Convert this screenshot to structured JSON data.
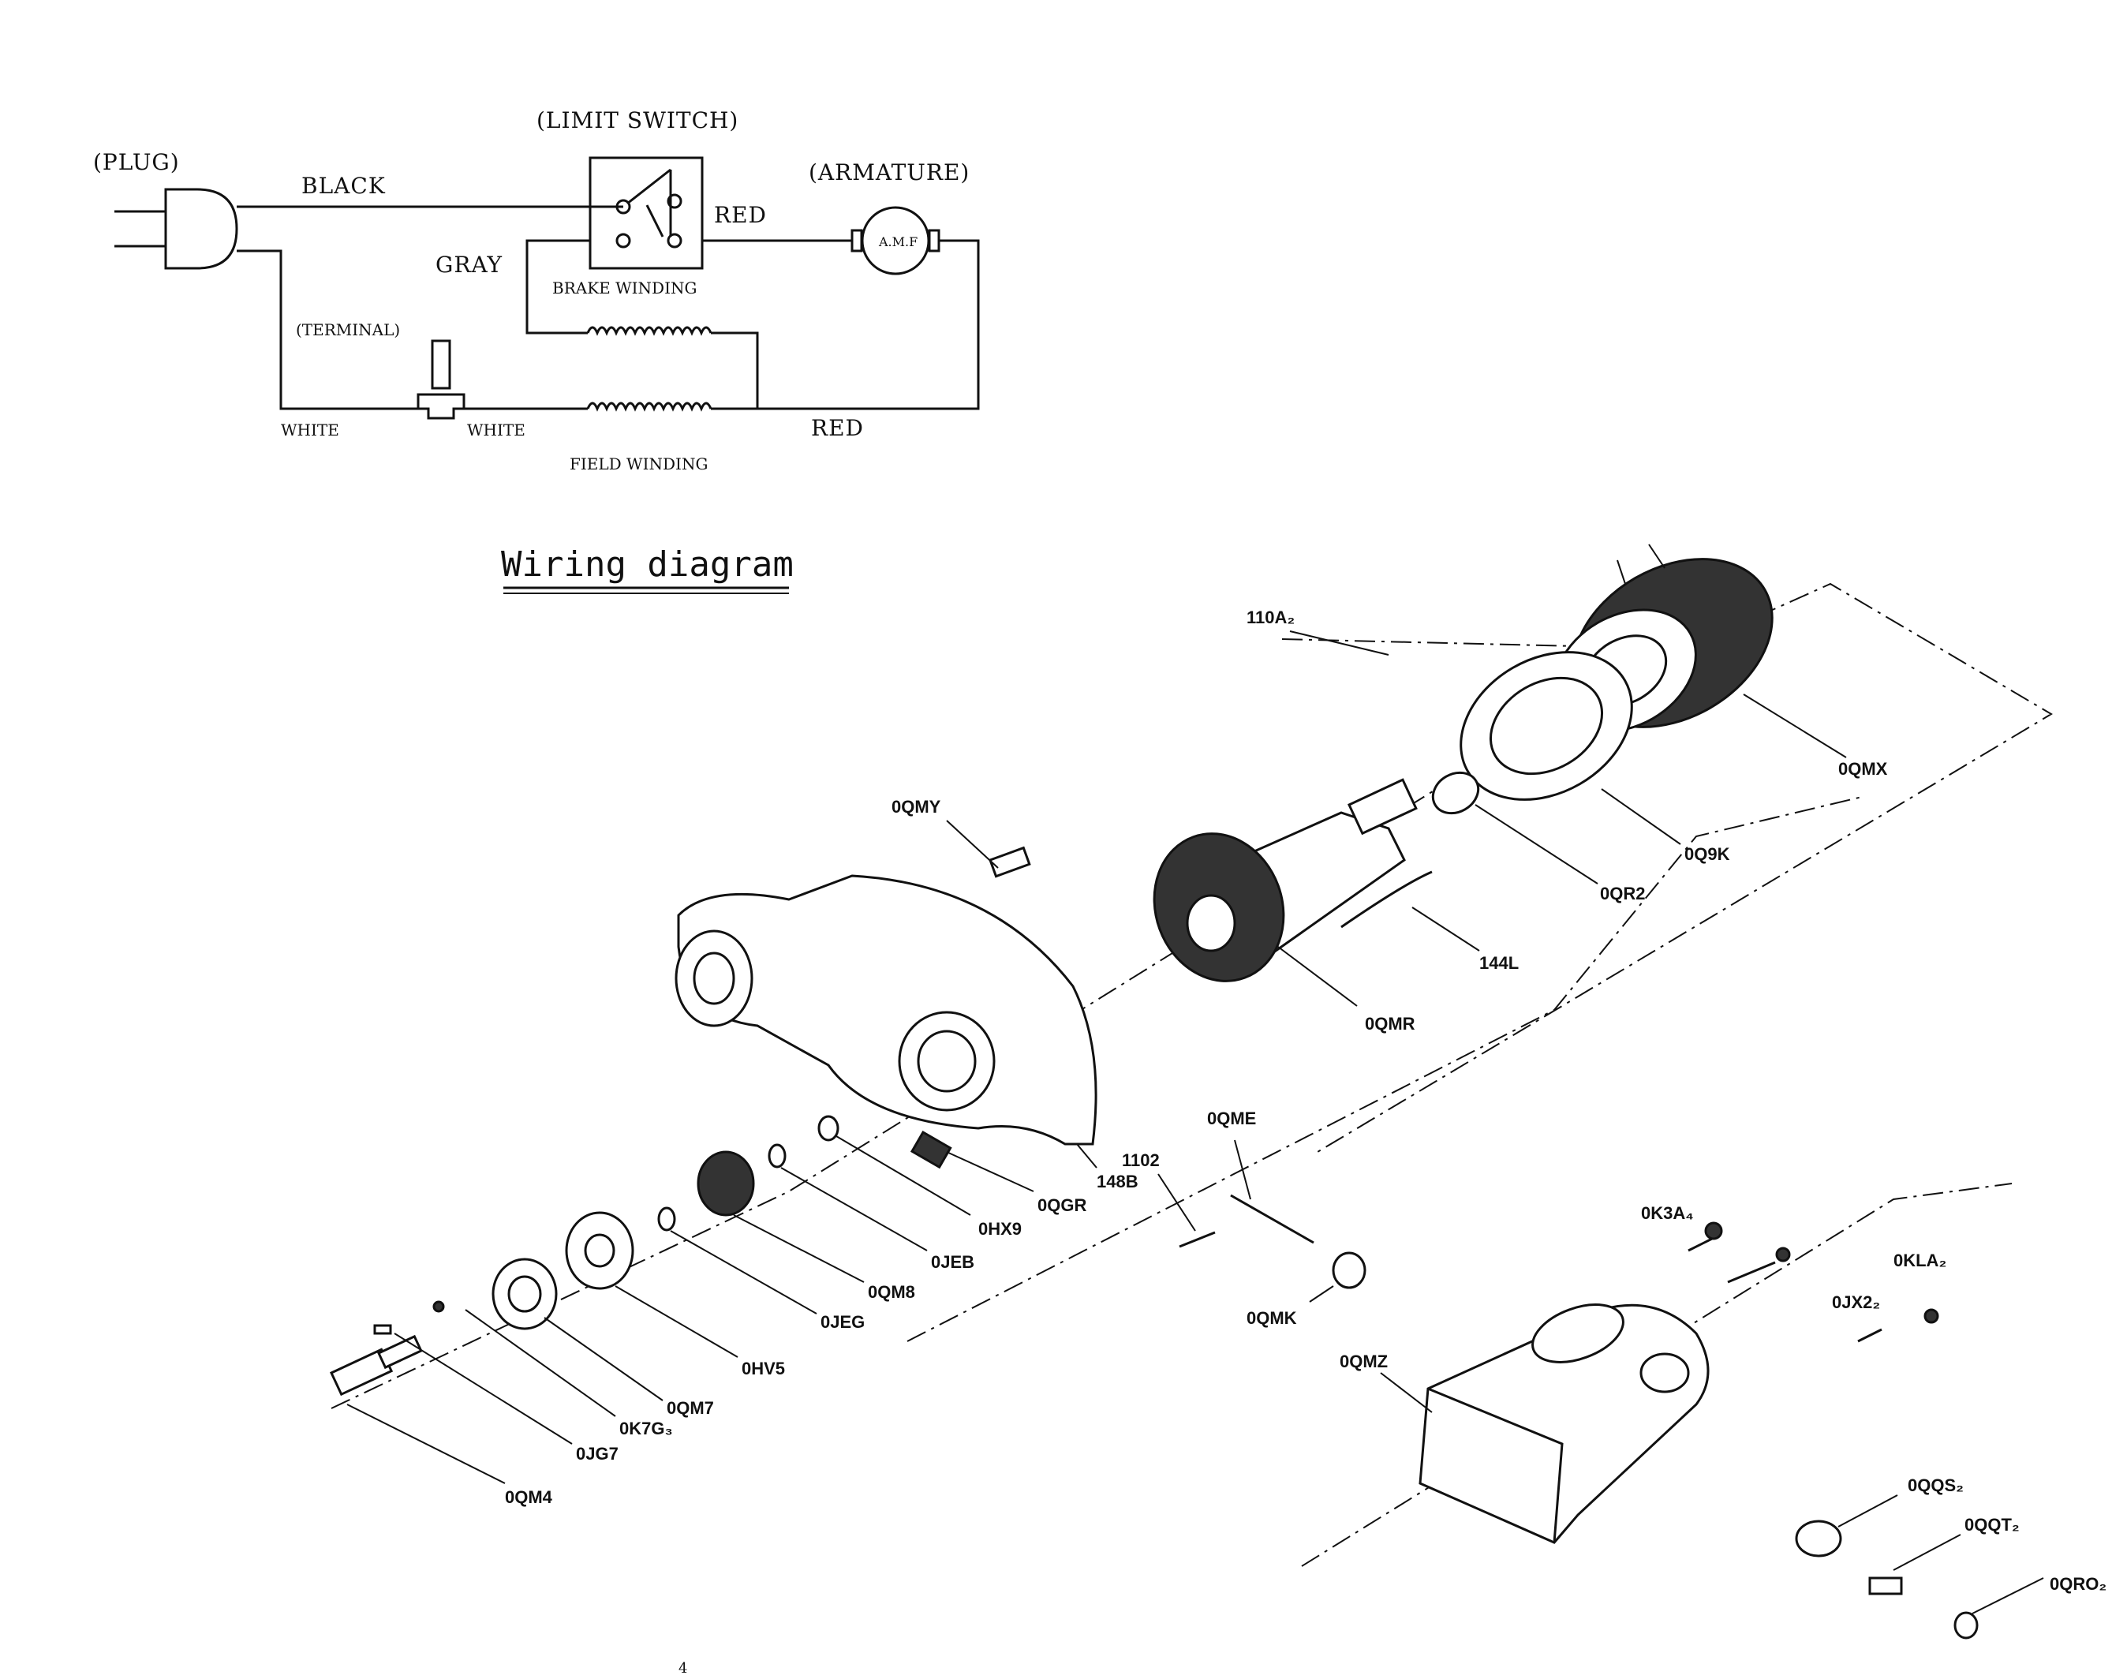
{
  "wiring": {
    "title": "Wiring diagram",
    "plug": "(PLUG)",
    "limit_switch": "(LIMIT SWITCH)",
    "armature": "(ARMATURE)",
    "armature_inner": "A.M.F",
    "black": "BLACK",
    "red_top": "RED",
    "gray": "GRAY",
    "brake_winding": "BRAKE WINDING",
    "terminal": "(TERMINAL)",
    "white_left": "WHITE",
    "white_mid": "WHITE",
    "red_bottom": "RED",
    "field_winding": "FIELD WINDING"
  },
  "parts": [
    {
      "id": "p-110a2",
      "label": "110A₂"
    },
    {
      "id": "p-0qmx",
      "label": "0QMX"
    },
    {
      "id": "p-0q9k",
      "label": "0Q9K"
    },
    {
      "id": "p-0qr2",
      "label": "0QR2"
    },
    {
      "id": "p-0qmy",
      "label": "0QMY"
    },
    {
      "id": "p-144l",
      "label": "144L"
    },
    {
      "id": "p-0qmr",
      "label": "0QMR"
    },
    {
      "id": "p-0qme",
      "label": "0QME"
    },
    {
      "id": "p-1102",
      "label": "1102"
    },
    {
      "id": "p-148b",
      "label": "148B"
    },
    {
      "id": "p-0qgr",
      "label": "0QGR"
    },
    {
      "id": "p-0hx9",
      "label": "0HX9"
    },
    {
      "id": "p-0jeb",
      "label": "0JEB"
    },
    {
      "id": "p-0qm8",
      "label": "0QM8"
    },
    {
      "id": "p-0jeg",
      "label": "0JEG"
    },
    {
      "id": "p-0hv5",
      "label": "0HV5"
    },
    {
      "id": "p-0qm7",
      "label": "0QM7"
    },
    {
      "id": "p-0k7g3",
      "label": "0K7G₃"
    },
    {
      "id": "p-0jg7",
      "label": "0JG7"
    },
    {
      "id": "p-0qm4",
      "label": "0QM4"
    },
    {
      "id": "p-0qmk",
      "label": "0QMK"
    },
    {
      "id": "p-0k3a4",
      "label": "0K3A₄"
    },
    {
      "id": "p-0kla2",
      "label": "0KLA₂"
    },
    {
      "id": "p-0jx22",
      "label": "0JX2₂"
    },
    {
      "id": "p-0qmz",
      "label": "0QMZ"
    },
    {
      "id": "p-0qqs2",
      "label": "0QQS₂"
    },
    {
      "id": "p-0qqt2",
      "label": "0QQT₂"
    },
    {
      "id": "p-0qro2",
      "label": "0QRO₂"
    }
  ],
  "page_mark": "4"
}
